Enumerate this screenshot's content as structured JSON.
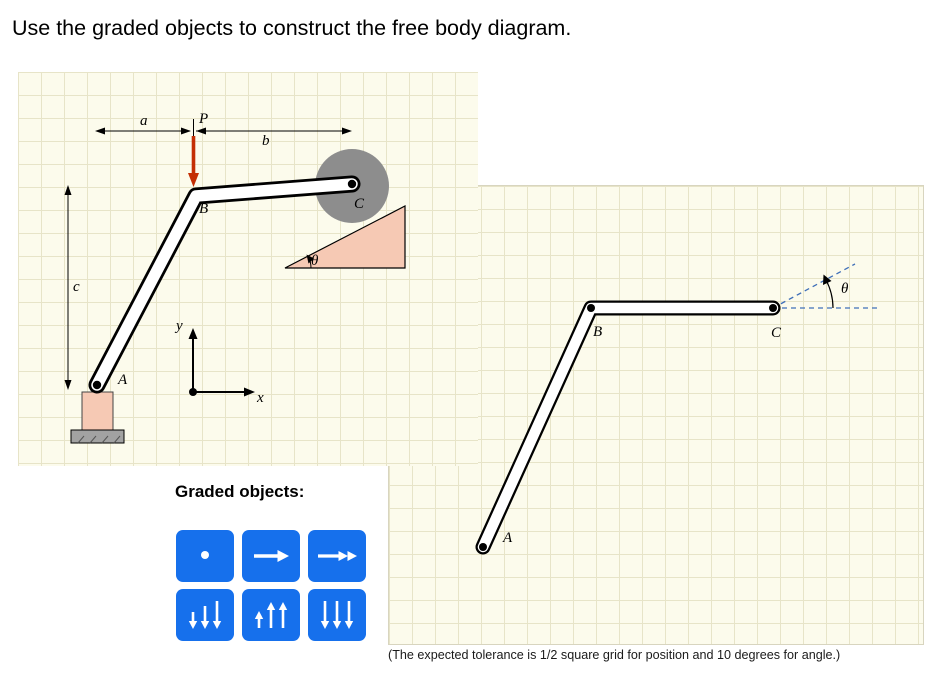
{
  "title": "Use the graded objects to construct the free body diagram.",
  "figure": {
    "labels": {
      "P": "P",
      "a": "a",
      "b": "b",
      "c": "c",
      "A": "A",
      "B": "B",
      "C": "C",
      "theta": "θ",
      "x": "x",
      "y": "y"
    }
  },
  "fbd": {
    "labels": {
      "A": "A",
      "B": "B",
      "C": "C",
      "theta": "θ"
    },
    "tolerance_note": "(The expected tolerance is 1/2 square grid for position and 10 degrees for angle.)"
  },
  "graded_objects": {
    "heading": "Graded objects:",
    "buttons": [
      {
        "icon": "point-icon"
      },
      {
        "icon": "force-arrow-right-icon"
      },
      {
        "icon": "moment-double-headed-arrow-icon"
      },
      {
        "icon": "distributed-load-down-varying-icon"
      },
      {
        "icon": "distributed-load-up-varying-icon"
      },
      {
        "icon": "distributed-load-down-uniform-icon"
      }
    ]
  },
  "colors": {
    "accent-blue": "#1670ec",
    "force-red": "#c42e04",
    "incline-pink": "#f6c9b4",
    "pulley-gray": "#8d8d8d",
    "dashed-blue": "#3f6fb8",
    "grid-bg": "#fcfbec",
    "grid-line": "#e7e4c8"
  }
}
